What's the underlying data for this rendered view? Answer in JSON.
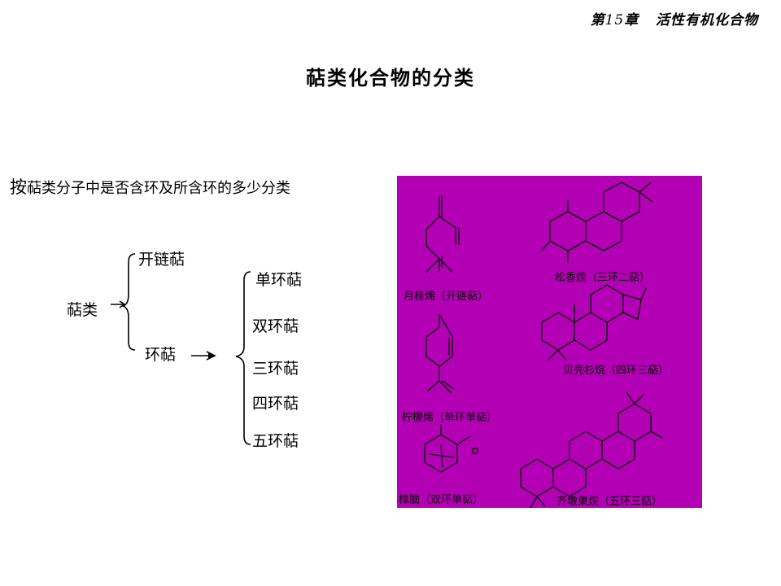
{
  "header": {
    "chapter_prefix": "第",
    "chapter_num": "15",
    "chapter_suffix": "章",
    "chapter_title": "活性有机化合物"
  },
  "title": "萜类化合物的分类",
  "intro": {
    "first_char": "按",
    "rest": "萜类分子中是否含环及所含环的多少分类"
  },
  "tree": {
    "root": "萜类",
    "level1": [
      "开链萜",
      "环萜"
    ],
    "level2": [
      "单环萜",
      "双环萜",
      "三环萜",
      "四环萜",
      "五环萜"
    ]
  },
  "panel": {
    "background": "#b400b4",
    "captions": [
      "月桂烯（开链萜）",
      "松香烷（三环二萜）",
      "贝壳杉烷（四环三萜）",
      "柠檬烯（单环单萜）",
      "樟脑（双环单萜）",
      "齐墩果烷（五环三萜）"
    ],
    "icons": [
      "myrcene-structure",
      "abietane-structure",
      "kaurane-structure",
      "limonene-structure",
      "camphor-structure",
      "oleanane-structure"
    ]
  }
}
